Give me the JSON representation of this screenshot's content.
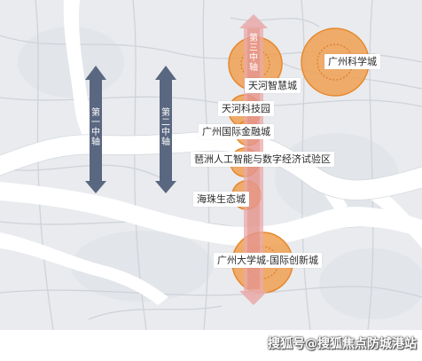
{
  "map": {
    "axes": [
      {
        "id": "first",
        "label": "第一中轴",
        "color": "#5a6780"
      },
      {
        "id": "second",
        "label": "第二中轴",
        "color": "#5a6780"
      },
      {
        "id": "third",
        "label": "第三中轴",
        "color": "#e8836a"
      }
    ],
    "places": {
      "tianhe_smart": "天河智慧城",
      "gz_science": "广州科学城",
      "tianhe_tech": "天河科技园",
      "gz_finance": "广州国际金融城",
      "pazhou_ai": "琶洲人工智能与数字经济试验区",
      "haizhu_eco": "海珠生态城",
      "gz_univ": "广州大学城-国际创新城"
    },
    "colors": {
      "land": "#e9ebee",
      "river": "#ffffff",
      "roads": "#cfd3d9",
      "zone_fill": "#f0a052",
      "zone_stroke": "#e6882c"
    }
  },
  "watermark": "搜狐号@搜狐焦点防城港站"
}
